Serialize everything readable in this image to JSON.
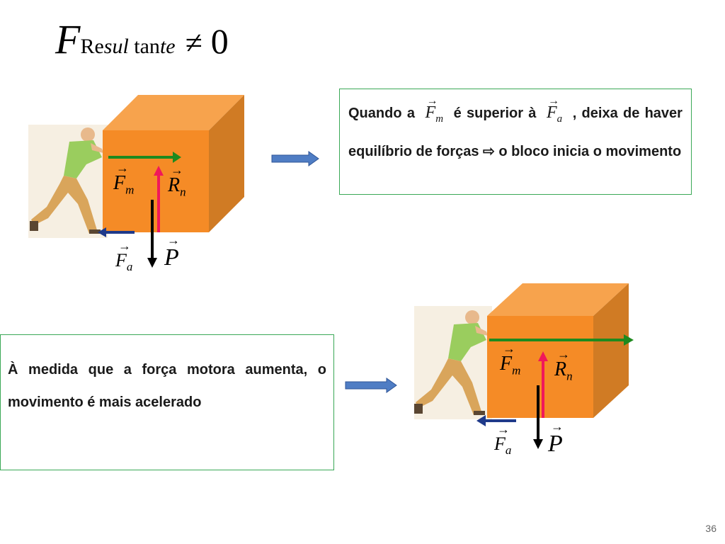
{
  "title": {
    "F": "F",
    "sub_re": "Re",
    "sub_sul": "sul",
    "sub_tan": "tan",
    "sub_te": "te",
    "neq": "≠",
    "zero": "0"
  },
  "box1": {
    "t1": "Quando a",
    "v1": "F",
    "v1_sub": "m",
    "t2": "é superior à",
    "v2": "F",
    "v2_sub": "a",
    "t3": ", deixa de haver equilíbrio de forças",
    "arrow_glyph": "⇨",
    "t4": "o bloco inicia o movimento"
  },
  "box2": {
    "text": "À medida que a força motora aumenta, o movimento é mais acelerado"
  },
  "labels": {
    "Fm": "F",
    "Fm_sub": "m",
    "Rn": "R",
    "Rn_sub": "n",
    "Fa": "F",
    "Fa_sub": "a",
    "P": "P",
    "vec_arrow": "→"
  },
  "colors": {
    "cube_front": "#F58B26",
    "cube_top": "#F7A34D",
    "cube_side": "#D07B24",
    "green_arrow": "#1E8A1E",
    "pink_arrow": "#F0185A",
    "blue_arrow": "#1F3A8A",
    "block_arrow": "#4F7DC4",
    "box_border": "#3AA856"
  },
  "page_number": "36"
}
